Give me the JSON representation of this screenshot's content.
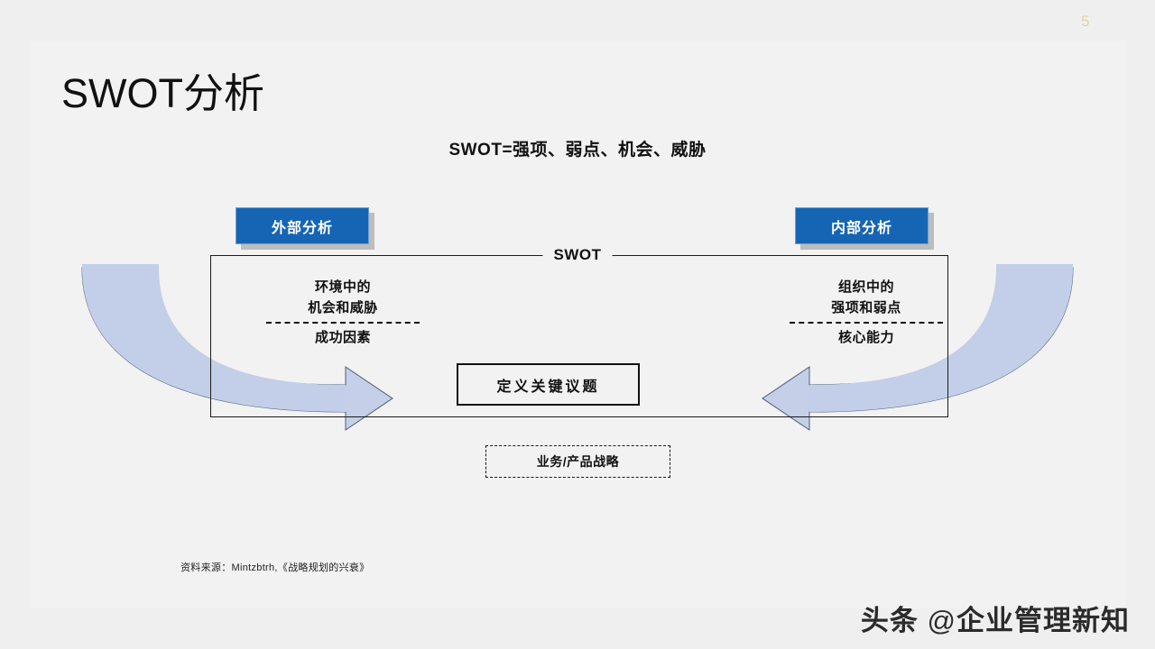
{
  "page": {
    "number": "5",
    "number_color": "#d9d6a8",
    "background": "#efefef",
    "slide_background": "#f2f2f2"
  },
  "slide": {
    "title": "SWOT分析",
    "subtitle": "SWOT=强项、弱点、机会、威胁",
    "source_note": "资料来源：Mintzbtrh,《战略规划的兴衰》"
  },
  "callouts": {
    "external": {
      "label": "外部分析",
      "fill": "#1565b4",
      "text_color": "#ffffff",
      "shadow": "#bdbdbd"
    },
    "internal": {
      "label": "内部分析",
      "fill": "#1565b4",
      "text_color": "#ffffff",
      "shadow": "#bdbdbd"
    }
  },
  "frame": {
    "label": "SWOT",
    "border_color": "#1a1a1a"
  },
  "funnels": {
    "fill": "#c3cfe8",
    "outline": "#5a6a86",
    "left": {
      "line1": "环境中的",
      "line2": "机会和威胁",
      "line3": "成功因素",
      "direction": "right"
    },
    "right": {
      "line1": "组织中的",
      "line2": "强项和弱点",
      "line3": "核心能力",
      "direction": "left"
    }
  },
  "center_box": {
    "label": "定义关键议题",
    "border_color": "#111111"
  },
  "strategy_box": {
    "label": "业务/产品战略",
    "border_style": "dashed",
    "border_color": "#1a1a1a"
  },
  "watermark": {
    "prefix": "头条",
    "at": "@",
    "handle": "企业管理新知"
  }
}
